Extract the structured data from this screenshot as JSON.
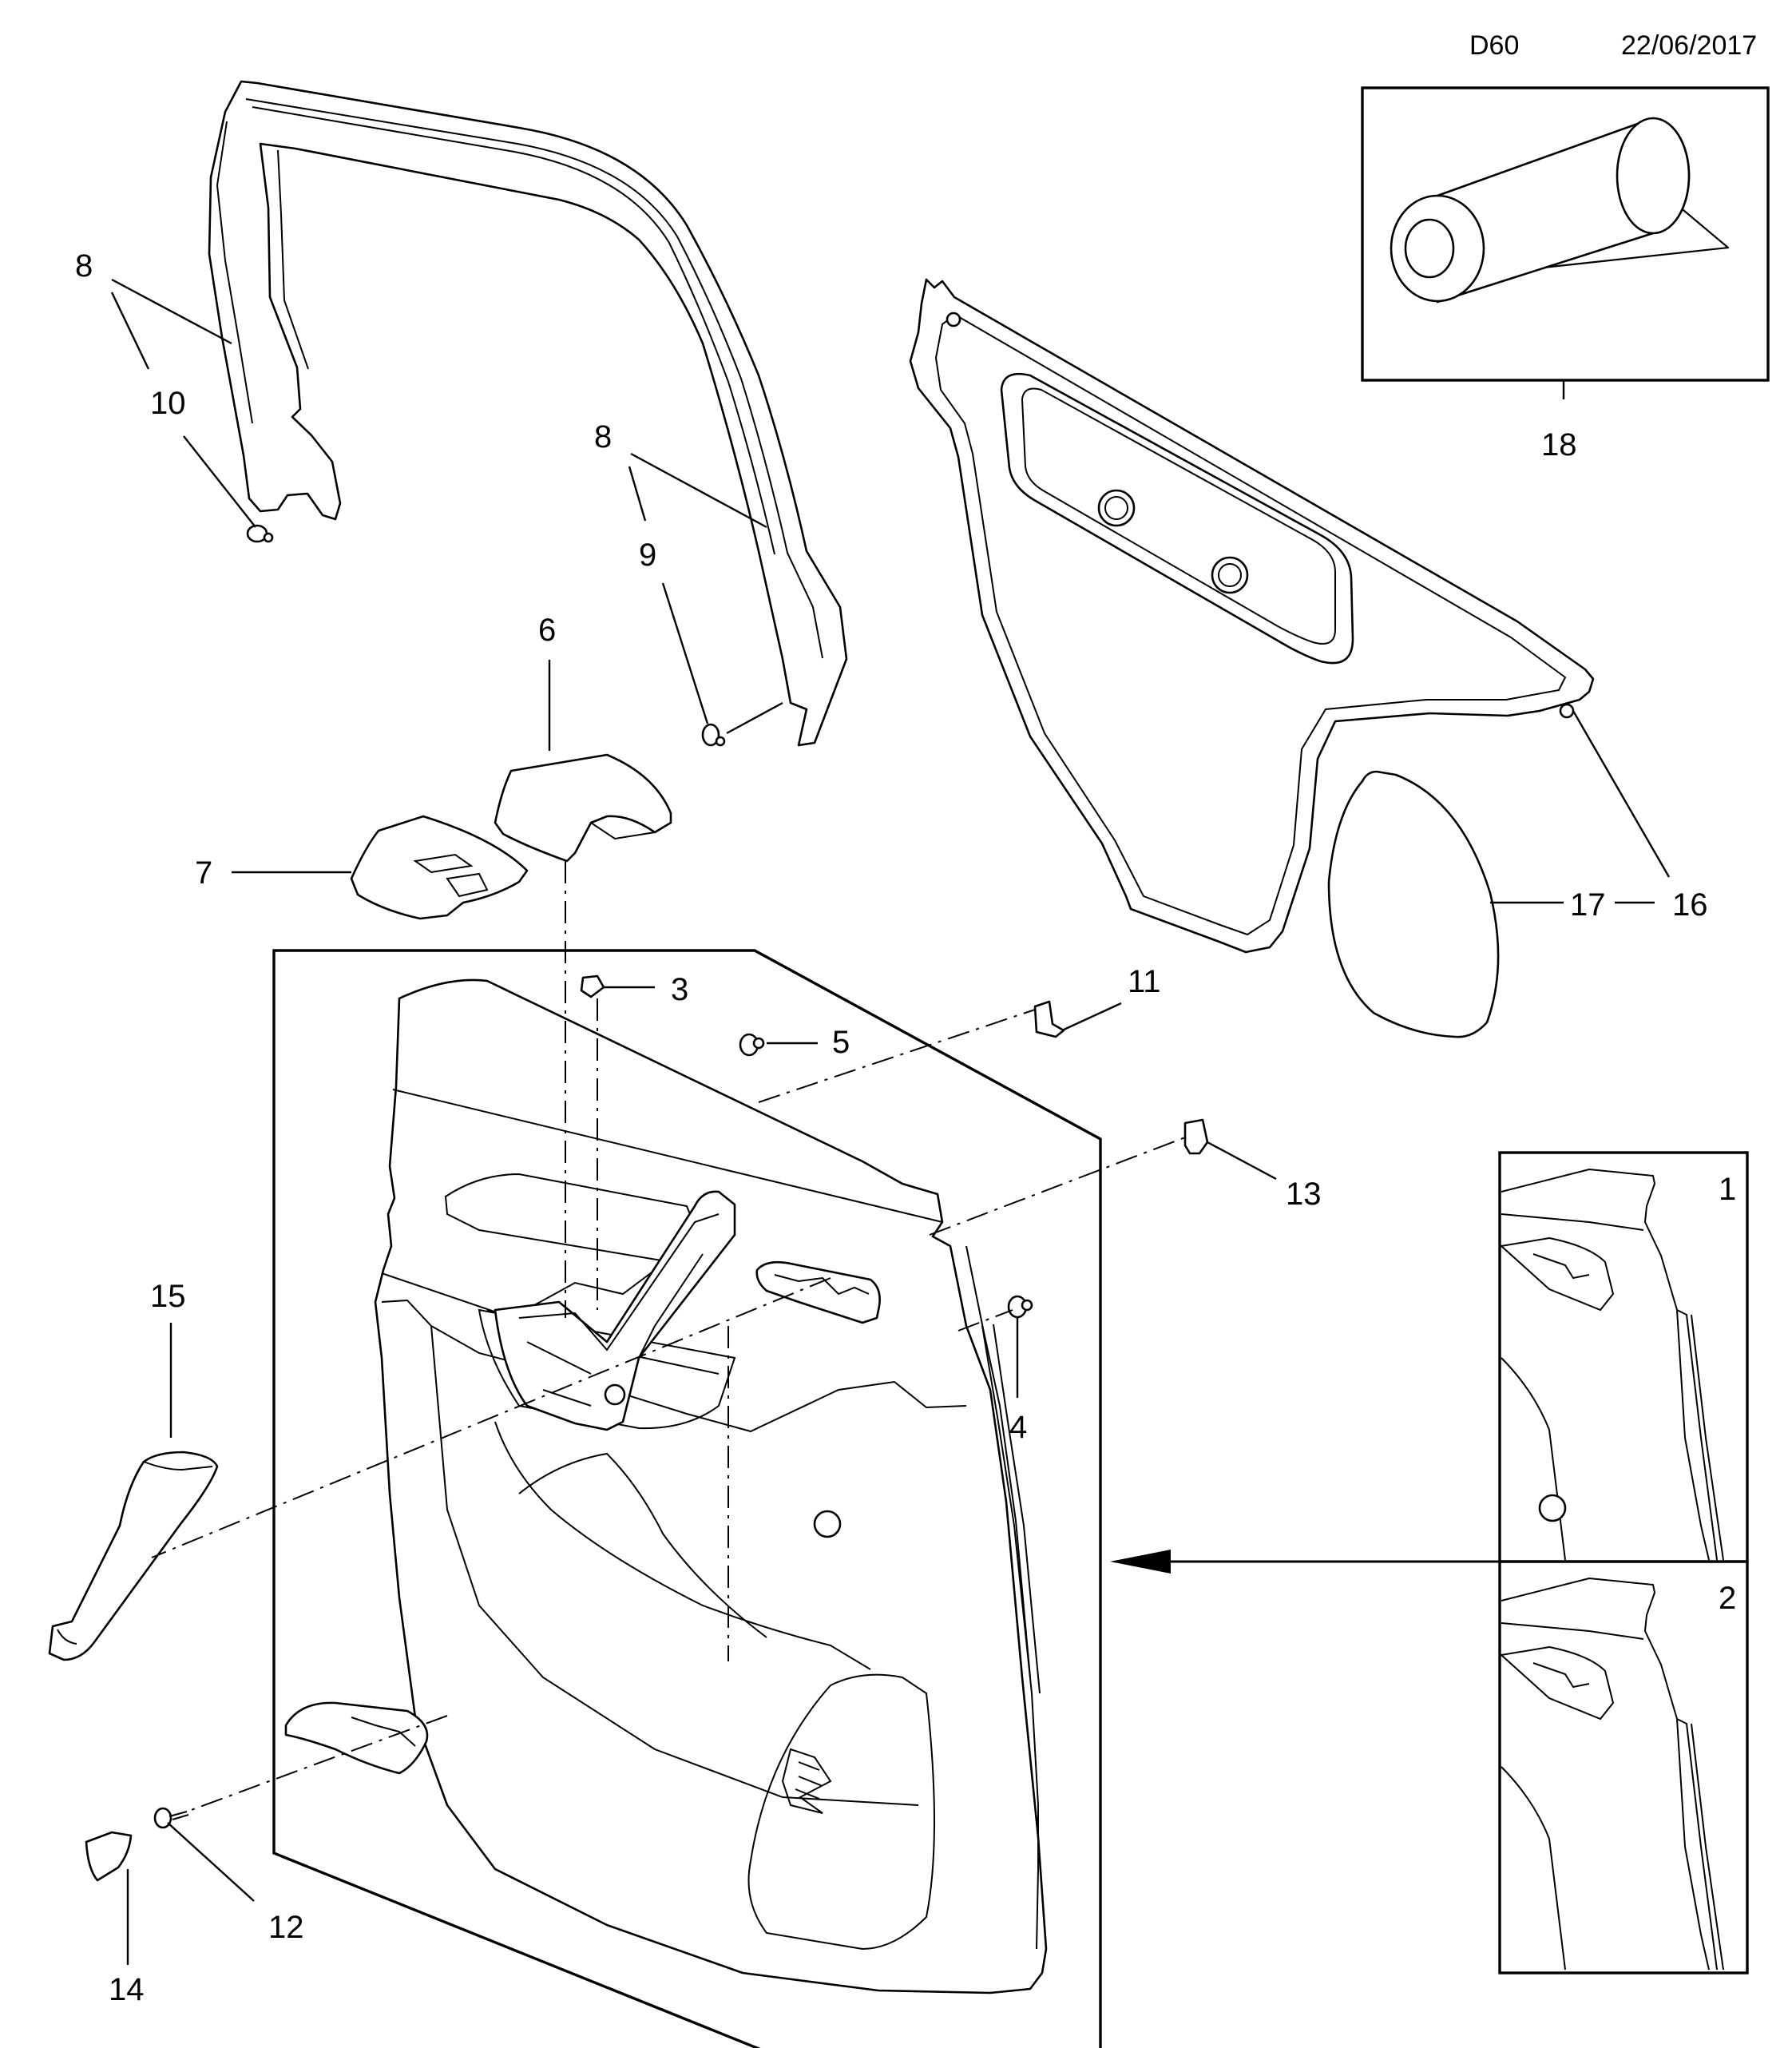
{
  "header": {
    "code": "D60",
    "date": "22/06/2017"
  },
  "callouts": {
    "c1": "1",
    "c2": "2",
    "c3": "3",
    "c4": "4",
    "c5": "5",
    "c6": "6",
    "c7": "7",
    "c8a": "8",
    "c8b": "8",
    "c9": "9",
    "c10": "10",
    "c11": "11",
    "c12": "12",
    "c13": "13",
    "c14": "14",
    "c15": "15",
    "c16": "16",
    "c17": "17",
    "c18": "18"
  }
}
